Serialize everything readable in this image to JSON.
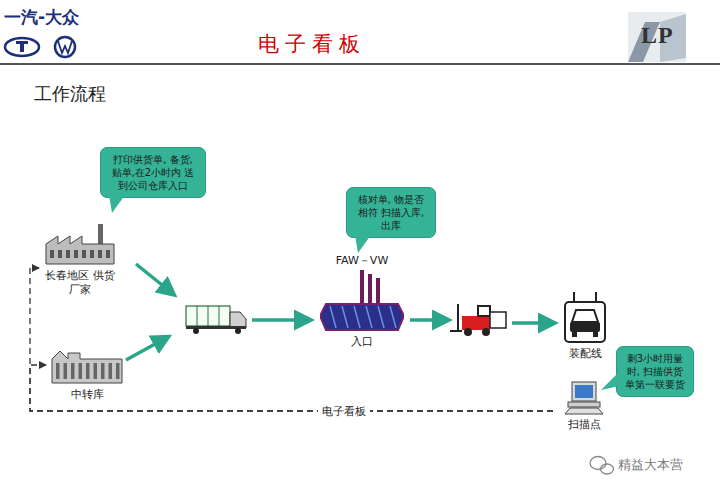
{
  "diagram": {
    "title": "电子看板",
    "nodes": [
      {
        "text": [
          "长春地区 供货厂家"
        ]
      },
      {
        "text": [
          "打印供货单, 备货, 贴单,在2小时内 送到公司仓库入口"
        ]
      },
      {
        "text": [
          "中转库"
        ]
      },
      {
        "text": [
          "FAW－VW",
          "入口"
        ]
      },
      {
        "text": [
          "核对单, 物是否相符 扫描入库, 出库"
        ]
      },
      {
        "text": [
          "装配线"
        ]
      },
      {
        "text": [
          "剩3小时用量 时, 扫描供货 单第一联要货"
        ]
      },
      {
        "text": [
          "扫描点"
        ]
      }
    ],
    "edges": [
      {
        "from": 7,
        "to": 0,
        "arrow": "to",
        "label": "电子看板"
      },
      {
        "from": 7,
        "to": 2,
        "arrow": "to"
      }
    ],
    "labels": [
      "一汽-大众",
      "LP",
      "工作流程",
      "精益大本营"
    ]
  }
}
